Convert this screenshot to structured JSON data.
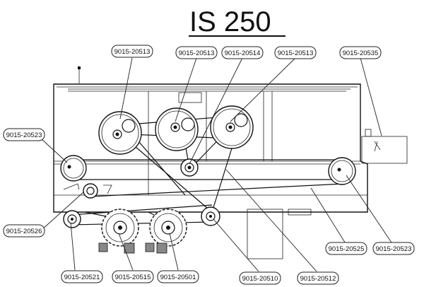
{
  "title": "IS 250",
  "labels": {
    "top_1": "9015-20513",
    "top_2": "9015-20513",
    "top_3": "9015-20514",
    "top_4": "9015-20513",
    "top_5": "9015-20535",
    "left_1": "9015-20523",
    "left_2": "9015-20526",
    "bottom_1": "9015-20521",
    "bottom_2": "9015-20515",
    "bottom_3": "9015-20501",
    "bottom_4": "9015-20510",
    "bottom_5": "9015-20512",
    "right_1": "9015-20525",
    "right_2": "9015-20523"
  }
}
